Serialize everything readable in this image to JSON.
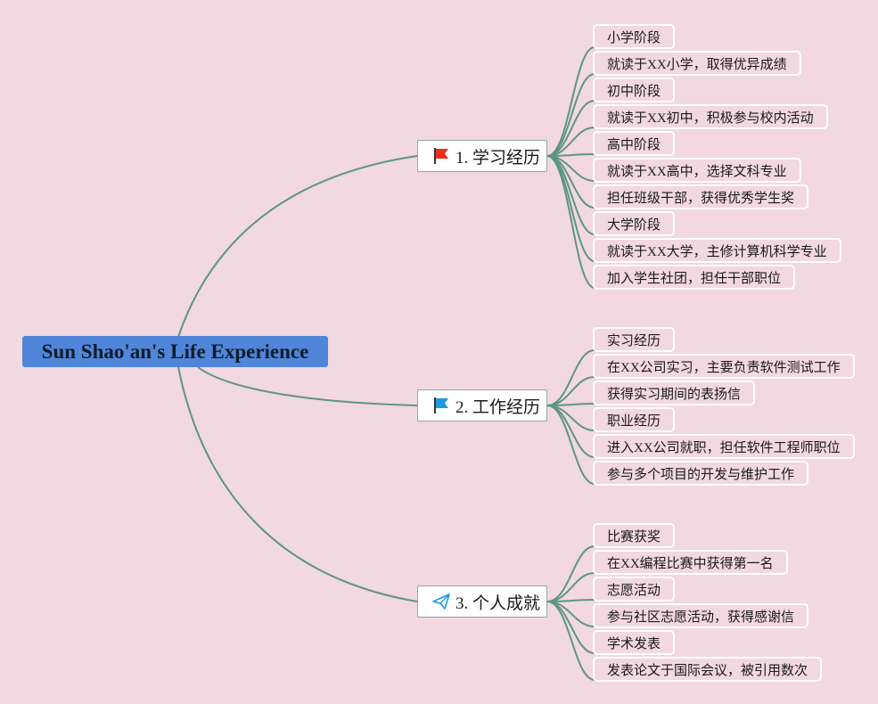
{
  "root": {
    "label": "Sun Shao'an's Life Experience"
  },
  "colors": {
    "background": "#f2d8e0",
    "root_fill": "#4f86d9",
    "edge": "#5c9684",
    "leaf_border": "#ffffff",
    "flag_red": "#e8301c",
    "flag_blue": "#1a9be0",
    "plane_blue": "#1a9be0"
  },
  "branches": [
    {
      "label": "1. 学习经历",
      "icon": "flag-red-icon",
      "items": [
        "小学阶段",
        "就读于XX小学，取得优异成绩",
        "初中阶段",
        "就读于XX初中，积极参与校内活动",
        "高中阶段",
        "就读于XX高中，选择文科专业",
        "担任班级干部，获得优秀学生奖",
        "大学阶段",
        "就读于XX大学，主修计算机科学专业",
        "加入学生社团，担任干部职位"
      ]
    },
    {
      "label": "2. 工作经历",
      "icon": "flag-blue-icon",
      "items": [
        "实习经历",
        "在XX公司实习，主要负责软件测试工作",
        "获得实习期间的表扬信",
        "职业经历",
        "进入XX公司就职，担任软件工程师职位",
        "参与多个项目的开发与维护工作"
      ]
    },
    {
      "label": "3. 个人成就",
      "icon": "paper-plane-icon",
      "items": [
        "比赛获奖",
        "在XX编程比赛中获得第一名",
        "志愿活动",
        "参与社区志愿活动，获得感谢信",
        "学术发表",
        "发表论文于国际会议，被引用数次"
      ]
    }
  ]
}
